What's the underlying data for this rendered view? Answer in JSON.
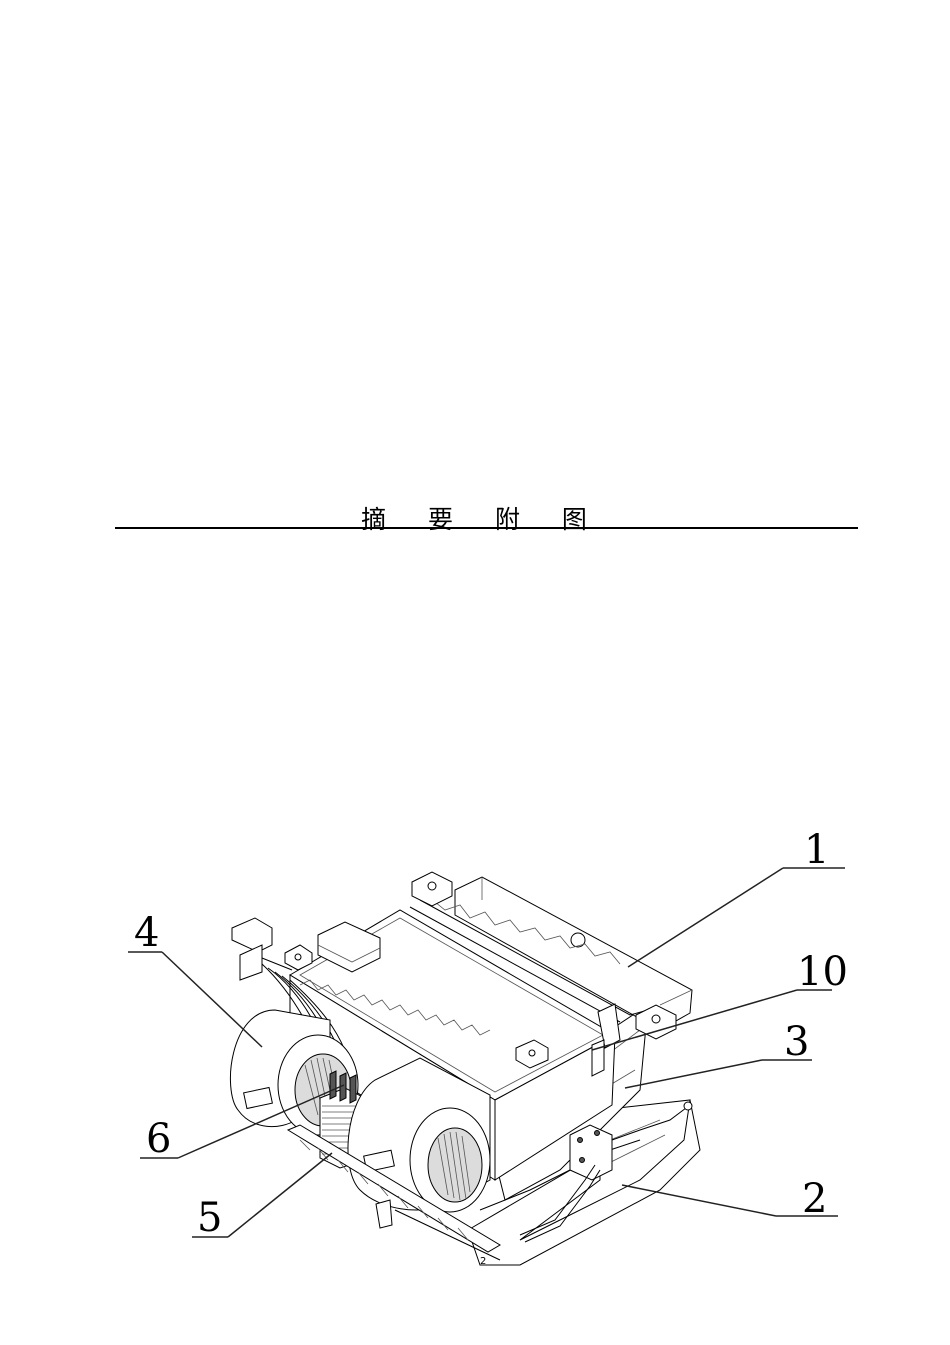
{
  "heading": "摘 要 附 图",
  "figure": {
    "callouts": [
      {
        "id": "c1",
        "label": "1"
      },
      {
        "id": "c10",
        "label": "10"
      },
      {
        "id": "c3",
        "label": "3"
      },
      {
        "id": "c2",
        "label": "2"
      },
      {
        "id": "c4",
        "label": "4"
      },
      {
        "id": "c6",
        "label": "6"
      },
      {
        "id": "c5",
        "label": "5"
      }
    ],
    "part_number": "2"
  }
}
